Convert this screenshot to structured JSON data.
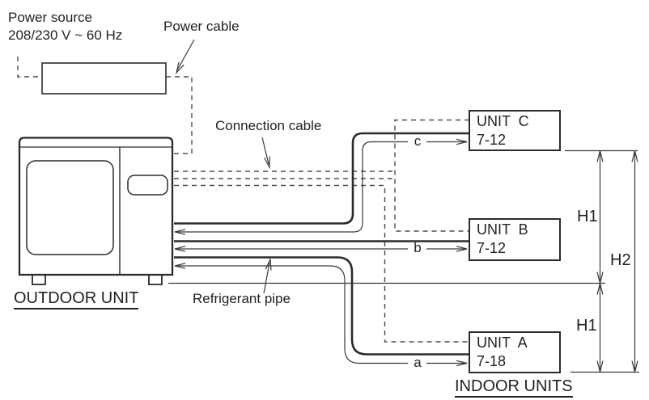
{
  "power_source": {
    "label_line1": "Power source",
    "label_line2": "208/230 V ~ 60 Hz"
  },
  "callouts": {
    "power_cable": "Power cable",
    "connection_cable": "Connection cable",
    "refrigerant_pipe": "Refrigerant pipe"
  },
  "outdoor_unit": {
    "label": "OUTDOOR UNIT"
  },
  "indoor_units": {
    "label": "INDOOR UNITS",
    "units": [
      {
        "name": "UNIT  C",
        "capacity": "7-12",
        "pipe_label": "c"
      },
      {
        "name": "UNIT  B",
        "capacity": "7-12",
        "pipe_label": "b"
      },
      {
        "name": "UNIT  A",
        "capacity": "7-18",
        "pipe_label": "a"
      }
    ]
  },
  "dimensions": {
    "h1_top": "H1",
    "h2": "H2",
    "h1_bottom": "H1"
  },
  "colors": {
    "line": "#3a3a3a",
    "thick_line": "#2b2b2b",
    "dashed_line": "#4d4d4d",
    "text": "#231f20",
    "background": "#ffffff"
  }
}
